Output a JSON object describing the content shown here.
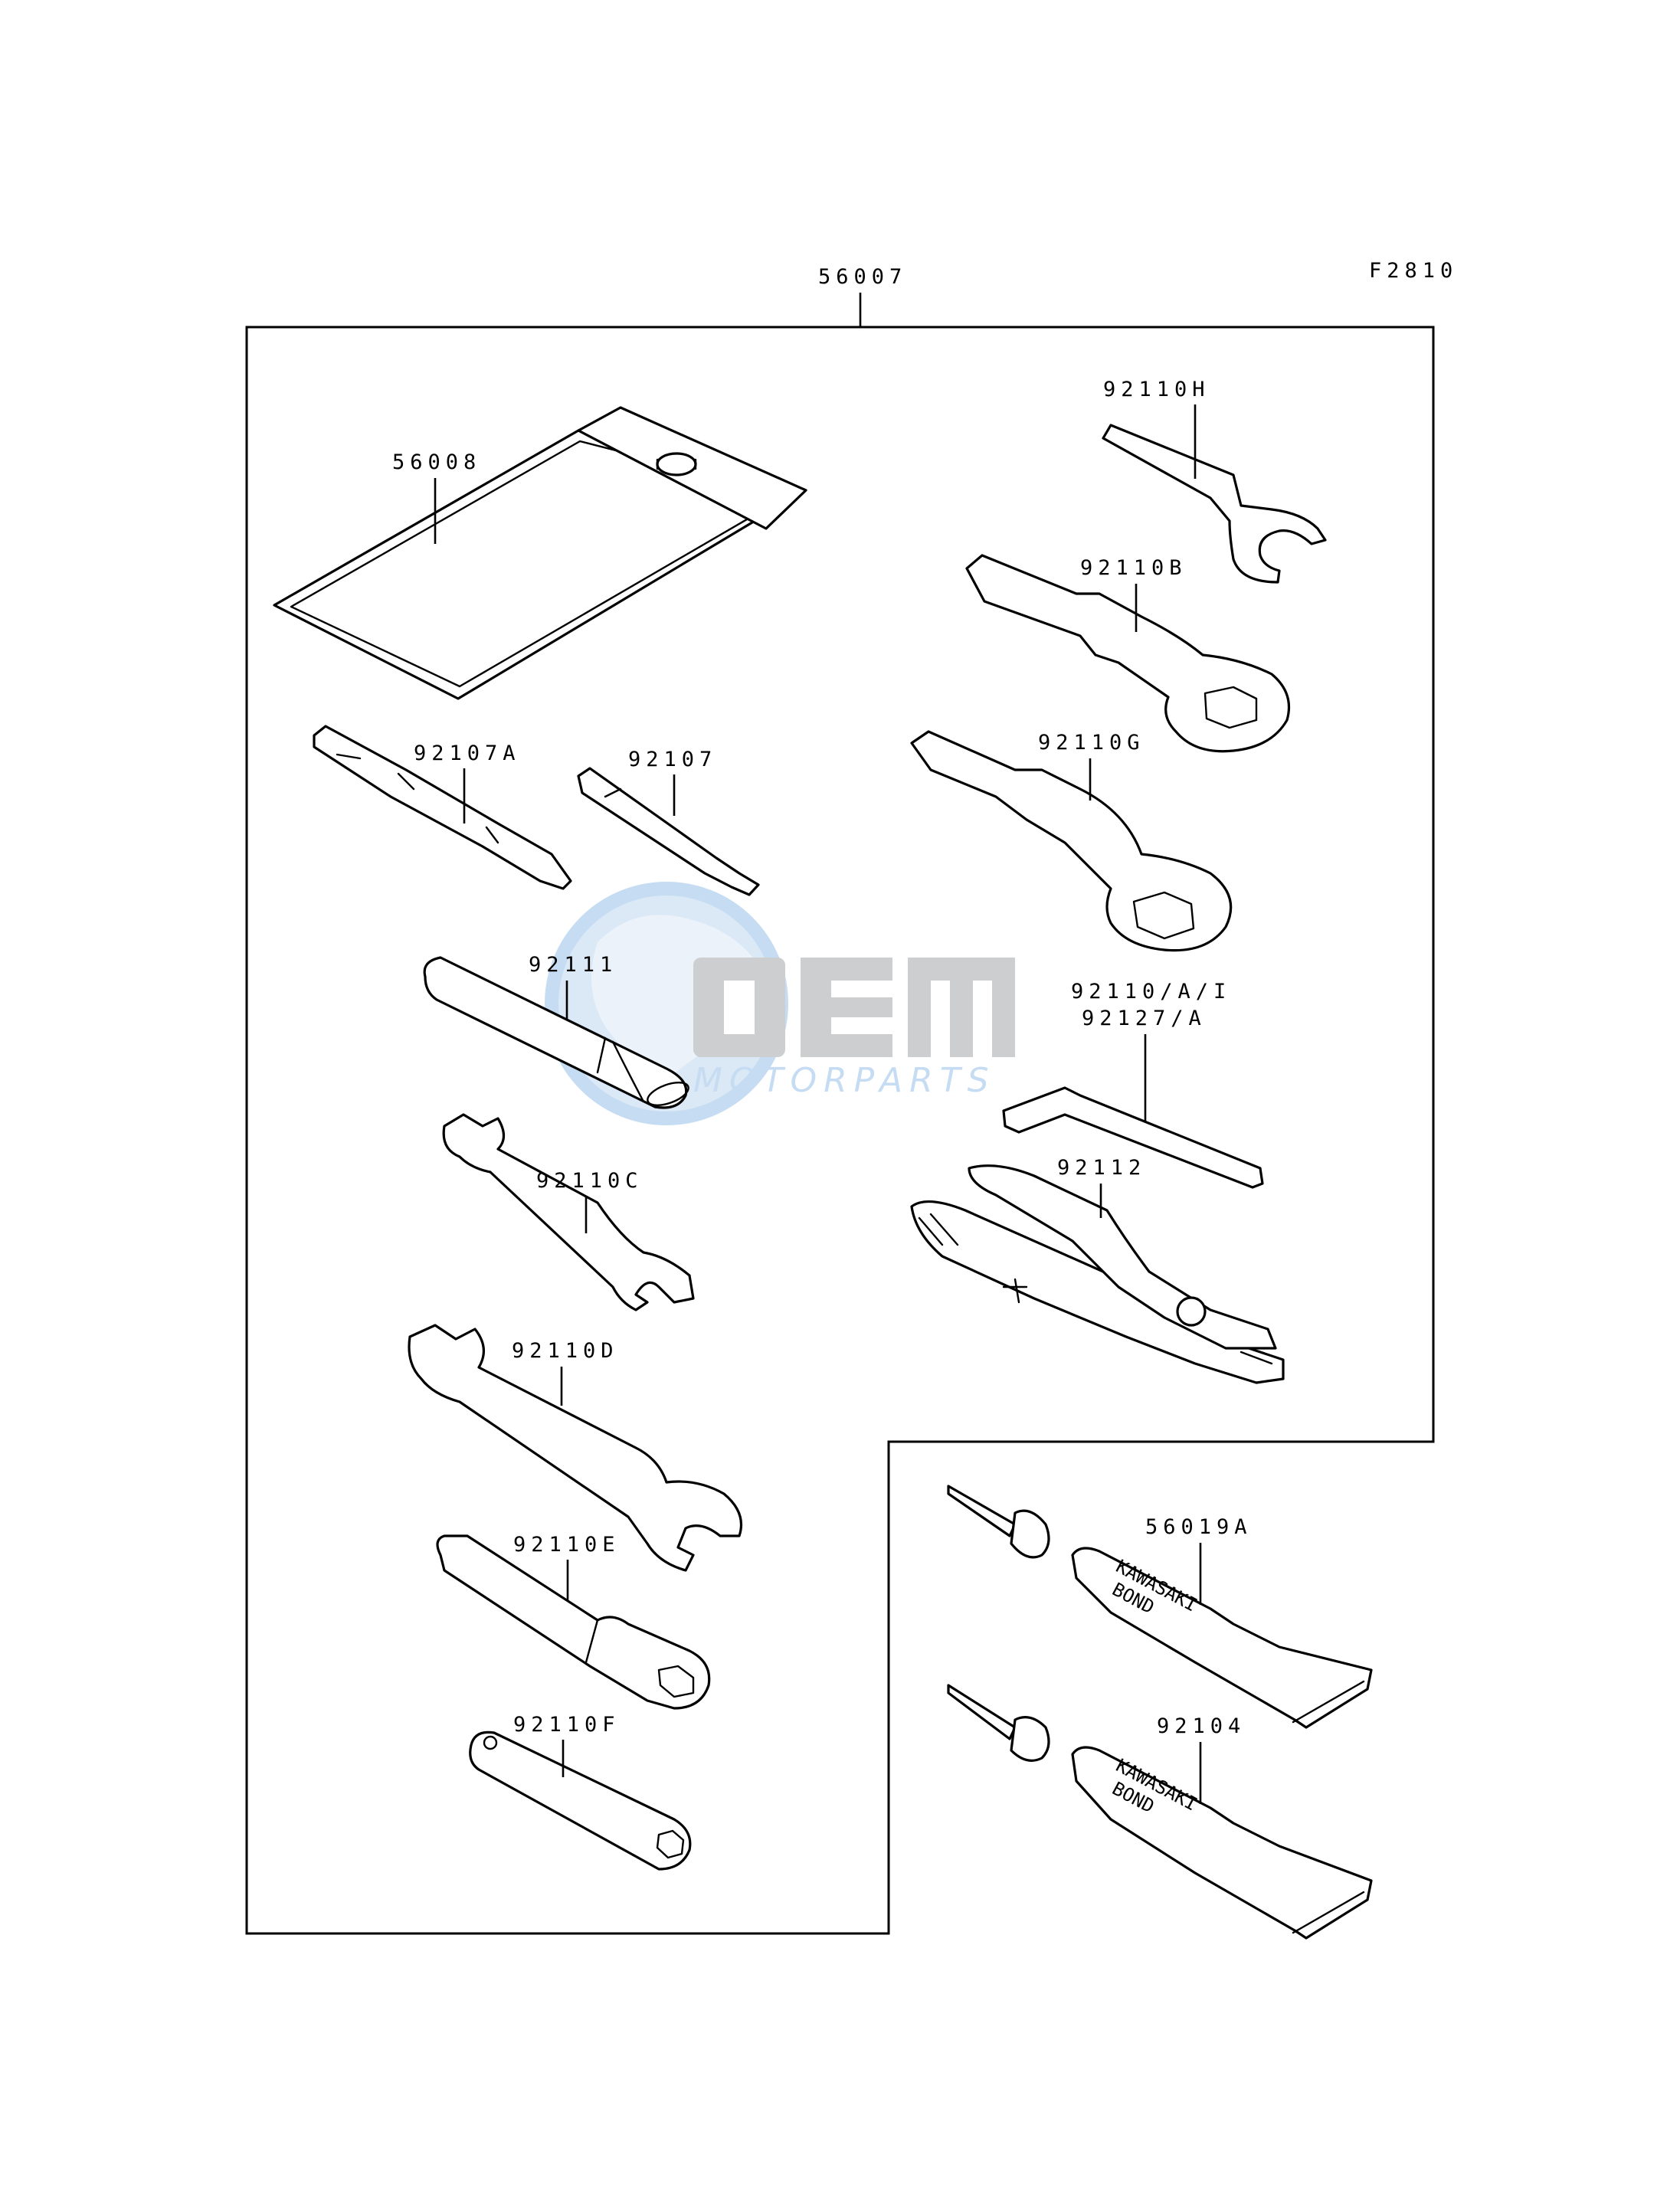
{
  "diagram_code": "F2810",
  "kit_part_number": "56007",
  "parts": [
    {
      "number": "56008"
    },
    {
      "number": "92110H"
    },
    {
      "number": "92110B"
    },
    {
      "number": "92110G"
    },
    {
      "number": "92107A"
    },
    {
      "number": "92107"
    },
    {
      "number": "92111"
    },
    {
      "number": "92110/A/I"
    },
    {
      "number": "92127/A"
    },
    {
      "number": "92112"
    },
    {
      "number": "92110C"
    },
    {
      "number": "92110D"
    },
    {
      "number": "92110E"
    },
    {
      "number": "92110F"
    },
    {
      "number": "56019A"
    },
    {
      "number": "92104"
    }
  ],
  "tube_print": {
    "line1": "KAWASAKI",
    "line2": "BOND"
  },
  "watermark": {
    "brand": "OEM",
    "sub": "MOTORPARTS"
  },
  "colors": {
    "line": "#000000",
    "background": "#ffffff",
    "watermark_blue": "#bcd6f0",
    "watermark_gray": "#c4c6c8"
  }
}
